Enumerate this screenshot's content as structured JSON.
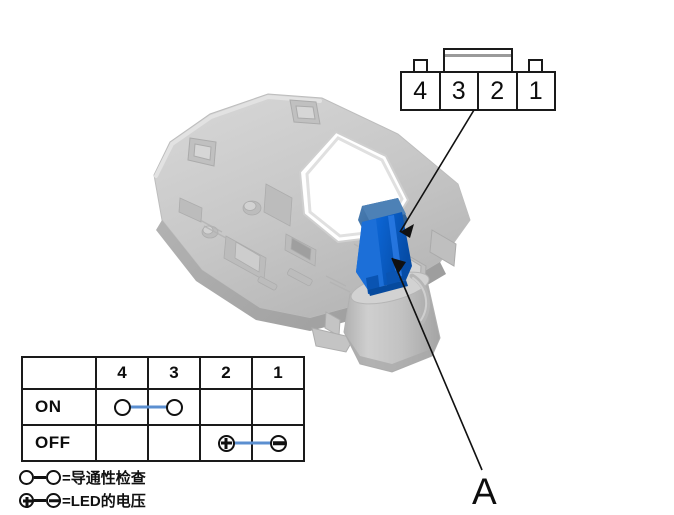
{
  "connector": {
    "name": "connector-pinout-4-way",
    "pins": [
      "4",
      "3",
      "2",
      "1"
    ]
  },
  "callout": {
    "label": "A"
  },
  "table": {
    "header": [
      "",
      "4",
      "3",
      "2",
      "1"
    ],
    "rows": [
      {
        "state": "ON",
        "cells": [
          {
            "symbol": "circle",
            "link": "right"
          },
          {
            "symbol": "circle",
            "link": "none"
          },
          {
            "symbol": "none",
            "link": "none"
          },
          {
            "symbol": "none",
            "link": "none"
          }
        ]
      },
      {
        "state": "OFF",
        "cells": [
          {
            "symbol": "none",
            "link": "none"
          },
          {
            "symbol": "none",
            "link": "none"
          },
          {
            "symbol": "plus",
            "link": "right"
          },
          {
            "symbol": "minus",
            "link": "none"
          }
        ]
      }
    ]
  },
  "legend": [
    {
      "symbols": "circle-dash-circle",
      "text": "=导通性检查"
    },
    {
      "symbols": "plus-dash-minus",
      "text": "=LED的电压"
    }
  ],
  "colors": {
    "connector_body_blue": "#0b62cf",
    "connector_cap_blue": "#3a6ea5",
    "link_line_blue": "#5b8fd0",
    "outline_black": "#1a1a1a",
    "housing_grey": "#c9c9c9"
  }
}
